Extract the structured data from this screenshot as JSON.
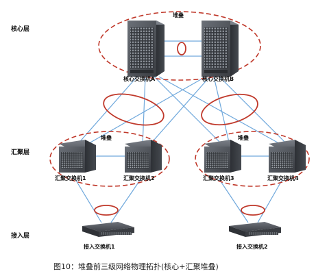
{
  "layers": {
    "core": "核心层",
    "aggregation": "汇聚层",
    "access": "接入层"
  },
  "stack_labels": {
    "core": "堆叠",
    "agg_left": "堆叠",
    "agg_right": "堆叠"
  },
  "devices": {
    "core_a": "核心交换机A",
    "core_b": "核心交换机B",
    "agg_1": "汇聚交换机1",
    "agg_2": "汇聚交换机2",
    "agg_3": "汇聚交换机3",
    "agg_4": "汇聚交换机4",
    "access_1": "接入交换机1",
    "access_2": "接入交换机2"
  },
  "caption": "图10：堆叠前三级网络物理拓扑(核心+汇聚堆叠)",
  "colors": {
    "link": "#6fa8dc",
    "stack_border": "#c0392b",
    "switch_body": "#4a4e55"
  }
}
